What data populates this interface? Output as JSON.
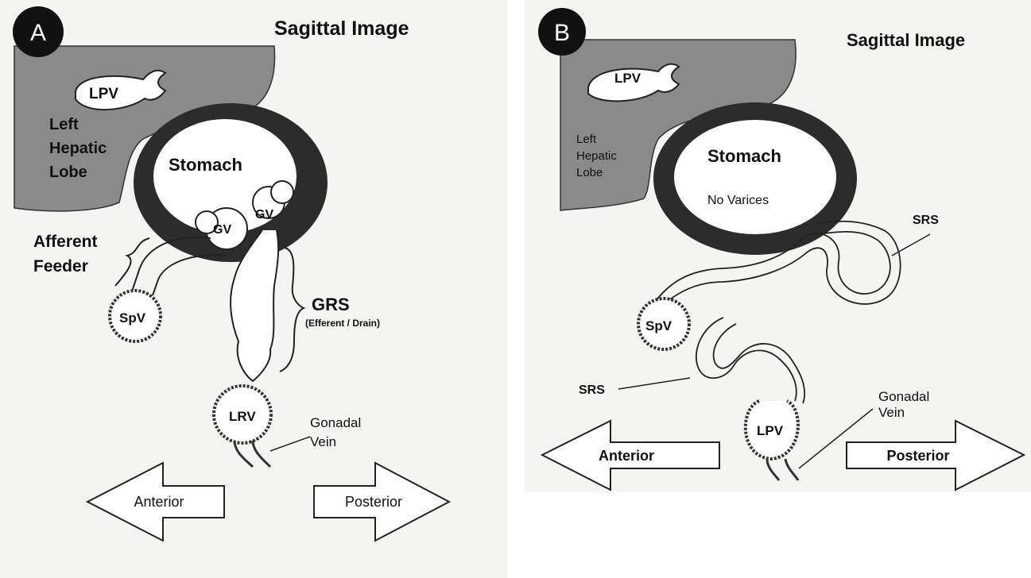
{
  "panel_a": {
    "badge": "A",
    "title": "Sagittal Image",
    "labels": {
      "lpv": "LPV",
      "left": "Left",
      "hepatic": "Hepatic",
      "lobe": "Lobe",
      "stomach": "Stomach",
      "gv_upper": "GV",
      "gv_lower": "GV",
      "afferent": "Afferent",
      "feeder": "Feeder",
      "spv": "SpV",
      "grs": "GRS",
      "grs_sub": "(Efferent / Drain)",
      "lrv": "LRV",
      "gonadal": "Gonadal",
      "vein": "Vein"
    },
    "arrows": {
      "anterior": "Anterior",
      "posterior": "Posterior"
    }
  },
  "panel_b": {
    "badge": "B",
    "title": "Sagittal Image",
    "labels": {
      "lpv_top": "LPV",
      "left": "Left",
      "hepatic": "Hepatic",
      "lobe": "Lobe",
      "stomach": "Stomach",
      "no_varices": "No Varices",
      "srs_upper": "SRS",
      "spv": "SpV",
      "srs_lower": "SRS",
      "gonadal": "Gonadal",
      "vein": "Vein",
      "lpv_bottom": "LPV"
    },
    "arrows": {
      "anterior": "Anterior",
      "posterior": "Posterior"
    }
  }
}
